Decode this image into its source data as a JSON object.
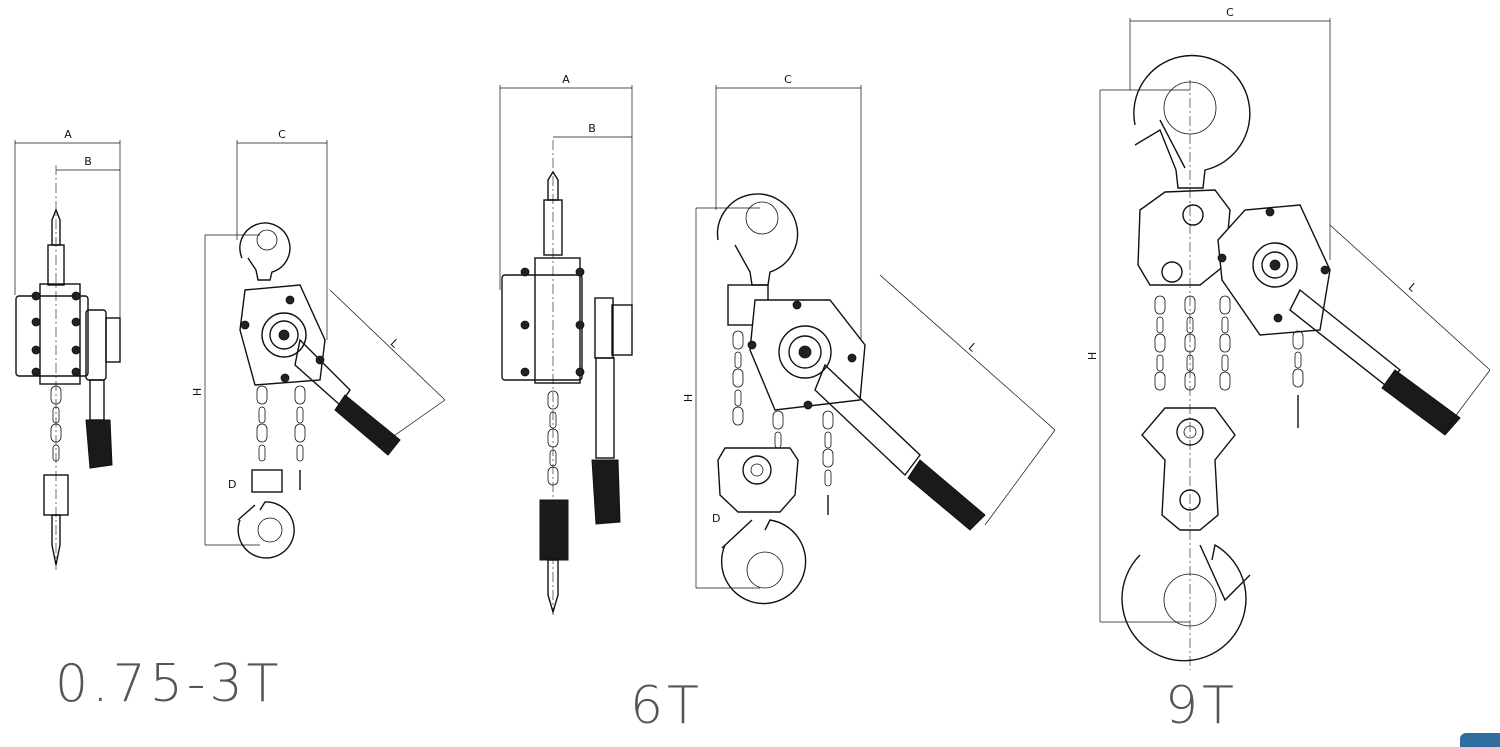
{
  "dimension_labels": {
    "A": "A",
    "B": "B",
    "C": "C",
    "D": "D",
    "H": "H",
    "L": "L"
  },
  "captions": {
    "small": "0.75-3T",
    "mid": "6T",
    "large": "9T"
  }
}
